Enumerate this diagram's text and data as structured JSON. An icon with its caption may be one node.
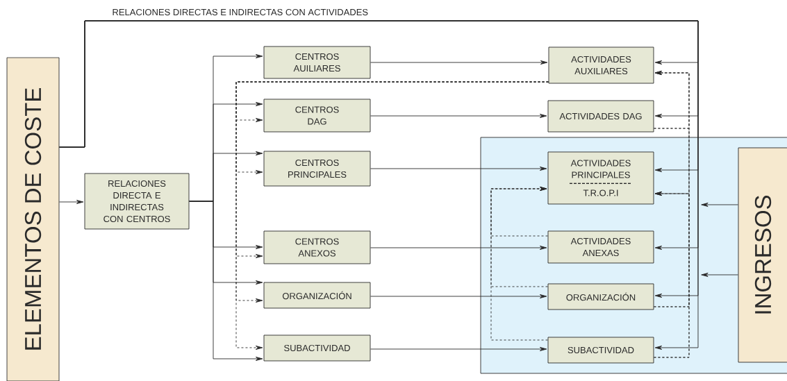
{
  "diagram": {
    "nodes": [
      {
        "text": [
          "ELEMENTOS DE COSTE"
        ]
      },
      {
        "text": [
          "RELACIONES DIRECTA E INDIRECTAS CON CENTROS"
        ]
      },
      {
        "text": [
          "CENTROS AUILIARES"
        ]
      },
      {
        "text": [
          "CENTROS DAG"
        ]
      },
      {
        "text": [
          "CENTROS PRINCIPALES"
        ]
      },
      {
        "text": [
          "CENTROS ANEXOS"
        ]
      },
      {
        "text": [
          "ORGANIZACIÓN"
        ]
      },
      {
        "text": [
          "SUBACTIVIDAD"
        ]
      },
      {
        "text": [],
        "shape": "box"
      },
      {
        "text": [
          "ACTIVIDADES AUXILIARES"
        ]
      },
      {
        "text": [
          "ACTIVIDADES DAG"
        ]
      },
      {
        "text": [
          "ACTIVIDADES PRINCIPALES",
          "T.R.O.P.I"
        ],
        "in": 8
      },
      {
        "text": [
          "ACTIVIDADES ANEXAS"
        ],
        "in": 8
      },
      {
        "text": [
          "ORGANIZACIÓN"
        ],
        "in": 8
      },
      {
        "text": [
          "SUBACTIVIDAD"
        ],
        "in": 8
      },
      {
        "text": [
          "INGRESOS"
        ],
        "in": 8
      }
    ],
    "edges": [
      {
        "from": 0,
        "to": 1,
        "arrow": "to"
      },
      {
        "from": 1,
        "to": 2,
        "arrow": "to"
      },
      {
        "from": 1,
        "to": 3,
        "arrow": "to"
      },
      {
        "from": 1,
        "to": 4,
        "arrow": "to"
      },
      {
        "from": 1,
        "to": 5,
        "arrow": "to"
      },
      {
        "from": 1,
        "to": 6,
        "arrow": "to"
      },
      {
        "from": 1,
        "to": 7,
        "arrow": "to"
      },
      {
        "from": 0,
        "to": 9,
        "arrow": "to"
      },
      {
        "from": 0,
        "to": 10,
        "arrow": "to"
      },
      {
        "from": 0,
        "to": 11,
        "arrow": "to"
      },
      {
        "from": 0,
        "to": 12,
        "arrow": "to"
      },
      {
        "from": 0,
        "to": 13,
        "arrow": "to"
      },
      {
        "from": 0,
        "to": 14,
        "arrow": "to"
      },
      {
        "from": 15,
        "to": null,
        "arrow": "to"
      },
      {
        "from": 15,
        "to": null,
        "arrow": "to"
      },
      {
        "from": 2,
        "to": 9,
        "arrow": "to"
      },
      {
        "from": 3,
        "to": 10,
        "arrow": "to"
      },
      {
        "from": 4,
        "to": 11,
        "arrow": "to"
      },
      {
        "from": 5,
        "to": 12,
        "arrow": "to"
      },
      {
        "from": 6,
        "to": 13,
        "arrow": "to"
      },
      {
        "from": 7,
        "to": 14,
        "arrow": "to"
      },
      {
        "from": 9,
        "to": 3,
        "arrow": "to",
        "style": "dashed"
      },
      {
        "from": 9,
        "to": 4,
        "arrow": "to",
        "style": "dashed"
      },
      {
        "from": 9,
        "to": 5,
        "arrow": "to",
        "style": "dashed"
      },
      {
        "from": 9,
        "to": 6,
        "arrow": "to",
        "style": "dashed"
      },
      {
        "from": 9,
        "to": 7,
        "arrow": "to",
        "style": "dashed"
      },
      {
        "from": 10,
        "to": 9,
        "arrow": "to",
        "style": "dashed"
      },
      {
        "from": 10,
        "to": 11,
        "arrow": "to",
        "style": "dashed"
      },
      {
        "from": 13,
        "to": 9,
        "arrow": "to",
        "style": "dashed"
      },
      {
        "from": 13,
        "to": 11,
        "arrow": "to",
        "style": "dashed"
      },
      {
        "from": 14,
        "to": 9,
        "arrow": "to",
        "style": "dashed"
      },
      {
        "from": 14,
        "to": 11,
        "arrow": "to",
        "style": "dashed"
      },
      {
        "from": 12,
        "to": 11,
        "arrow": "to",
        "style": "dashed"
      },
      {
        "from": 13,
        "to": 11,
        "arrow": "to",
        "style": "dashed"
      },
      {
        "from": 14,
        "to": 11,
        "arrow": "to",
        "style": "dashed"
      }
    ],
    "labels": [
      "RELACIONES DIRECTAS E INDIRECTAS CON ACTIVIDADES"
    ]
  }
}
